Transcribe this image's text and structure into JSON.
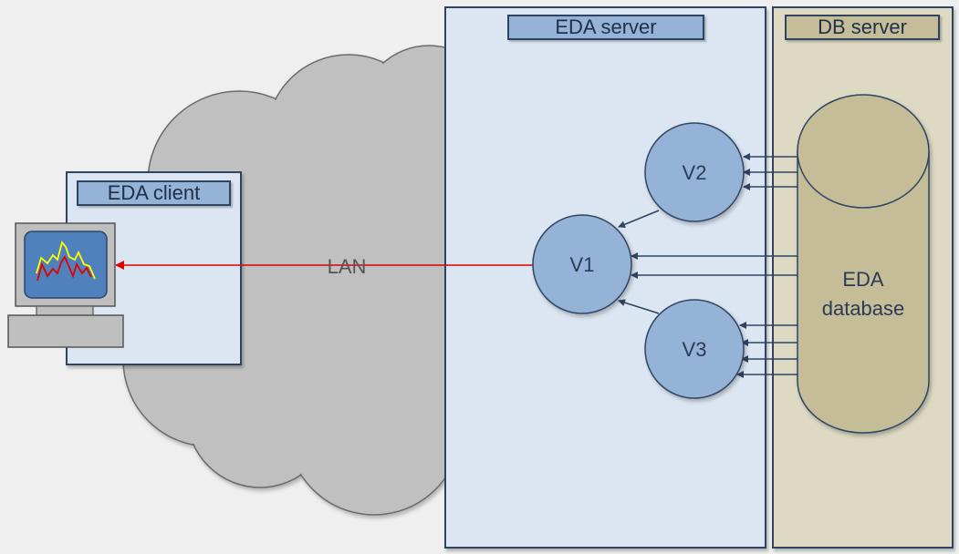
{
  "network_label": "LAN",
  "client": {
    "title": "EDA client"
  },
  "eda_server": {
    "title": "EDA server",
    "nodes": {
      "v1": "V1",
      "v2": "V2",
      "v3": "V3"
    }
  },
  "db_server": {
    "title": "DB server",
    "database_label_line1": "EDA",
    "database_label_line2": "database"
  },
  "colors": {
    "background": "#efefef",
    "panel_fill": "#dce6f2",
    "panel_border": "#2f4463",
    "title_fill": "#95b3d7",
    "db_panel_fill": "#ddd9c3",
    "db_title_fill": "#c4bd97",
    "cylinder_fill": "#c4bd97",
    "node_fill": "#95b3d7",
    "cloud_fill": "#c0c0c0",
    "red_arrow": "#e00000"
  }
}
